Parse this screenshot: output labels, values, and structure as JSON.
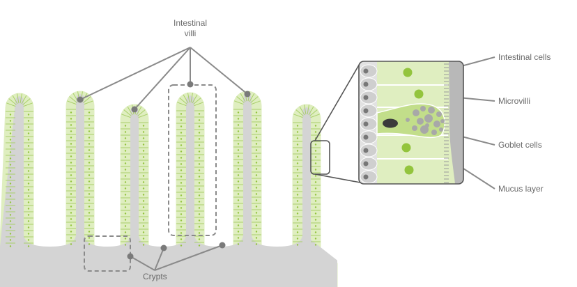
{
  "labels": {
    "intestinal_villi": [
      "Intestinal",
      "villi"
    ],
    "crypts": "Crypts",
    "intestinal_cells": "Intestinal cells",
    "microvilli": "Microvilli",
    "goblet_cells": "Goblet cells",
    "mucus_layer": "Mucus layer"
  },
  "colors": {
    "tissue": "#d4d4d4",
    "epithelium": "#dfeec0",
    "nucleus_dot": "#93c43d",
    "leader_line": "#8a8a8a",
    "label_text": "#6a6a6a",
    "dashed_box": "#8a8a8a",
    "goblet_body": "#c2de8a",
    "goblet_granule": "#a8a8a8",
    "goblet_nucleus": "#3b3b3b",
    "mucus": "#b8b8b8"
  }
}
